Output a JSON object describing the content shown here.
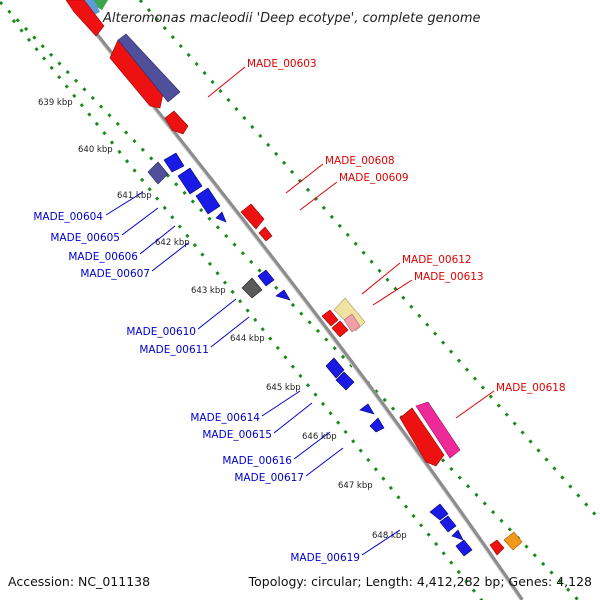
{
  "title": "Alteromonas macleodii 'Deep ecotype', complete genome",
  "accession": "Accession: NC_011138",
  "summary": "Topology: circular; Length: 4,412,282 bp; Genes: 4,128",
  "colors": {
    "forward_label": "#e00000",
    "reverse_label": "#0000cc",
    "backbone": "#8a8a8a",
    "tick_track": "#1a8a1a"
  },
  "ticks": [
    "639 kbp",
    "640 kbp",
    "641 kbp",
    "642 kbp",
    "643 kbp",
    "644 kbp",
    "645 kbp",
    "646 kbp",
    "647 kbp",
    "648 kbp"
  ],
  "forward_labels": [
    "MADE_00603",
    "MADE_00608",
    "MADE_00609",
    "MADE_00612",
    "MADE_00613",
    "MADE_00618"
  ],
  "reverse_labels": [
    "MADE_00604",
    "MADE_00605",
    "MADE_00606",
    "MADE_00607",
    "MADE_00610",
    "MADE_00611",
    "MADE_00614",
    "MADE_00615",
    "MADE_00616",
    "MADE_00617",
    "MADE_00619"
  ]
}
